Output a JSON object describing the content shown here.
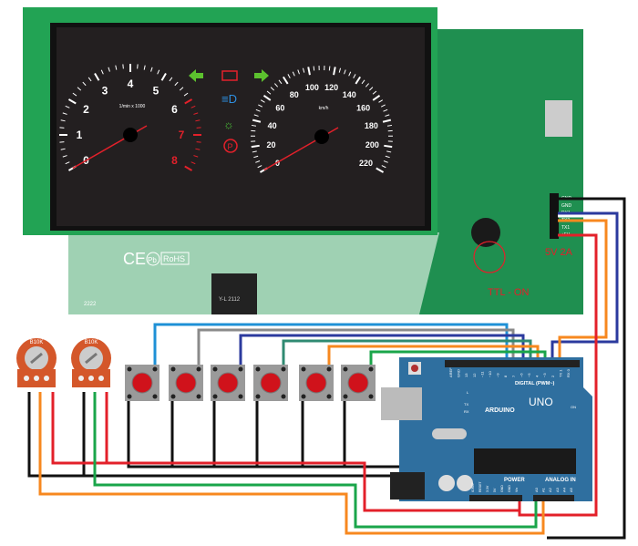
{
  "display": {
    "rpm_labels": [
      "0",
      "1",
      "2",
      "3",
      "4",
      "5",
      "6",
      "7",
      "8"
    ],
    "rpm_unit": "1/min x 1000",
    "speed_labels": [
      "0",
      "20",
      "40",
      "60",
      "80",
      "100",
      "120",
      "140",
      "160",
      "180",
      "200",
      "220"
    ],
    "speed_unit": "km/h",
    "indicator_icons": [
      "arrow-left-icon",
      "battery-icon",
      "headlight-icon",
      "light-icon",
      "parking-brake-icon",
      "arrow-right-icon"
    ],
    "board_marks": {
      "ce": "CE",
      "pb": "Pb",
      "rohs": "RoHS",
      "code": "2222",
      "fpc": "Y-L 2112"
    },
    "connector_pins": [
      "GND",
      "GND",
      "RX1",
      "TX2",
      "TX1",
      "+5V"
    ],
    "power_note": "5V 2A",
    "ttl_note": "TTL - ON"
  },
  "potentiometers": [
    {
      "label": "B10K"
    },
    {
      "label": "B10K"
    }
  ],
  "buttons_count": 6,
  "arduino": {
    "brand": "ARDUINO",
    "model": "UNO",
    "digital_header": "DIGITAL (PWM~)",
    "digital_pins": [
      "AREF",
      "GND",
      "13",
      "12",
      "~11",
      "~10",
      "~9",
      "8",
      "7",
      "~6",
      "~5",
      "4",
      "~3",
      "2",
      "TX 1",
      "RX 0"
    ],
    "power_header": "POWER",
    "power_pins": [
      "IOREF",
      "RESET",
      "3.3V",
      "5V",
      "GND",
      "GND",
      "Vin"
    ],
    "analog_header": "ANALOG IN",
    "analog_pins": [
      "A0",
      "A1",
      "A2",
      "A3",
      "A4",
      "A5"
    ],
    "leds": [
      "L",
      "TX",
      "RX",
      "ON"
    ]
  },
  "colors": {
    "pcb": "#1f9a57",
    "arduino": "#2f6f9f",
    "wire_red": "#e3202a",
    "wire_black": "#111111",
    "wire_orange": "#f7881f",
    "wire_green": "#1aa54a",
    "wire_blue": "#2b3a9e",
    "wire_lightblue": "#1e90d6",
    "wire_gray": "#8a8a8a",
    "wire_teal": "#2f8a72"
  }
}
